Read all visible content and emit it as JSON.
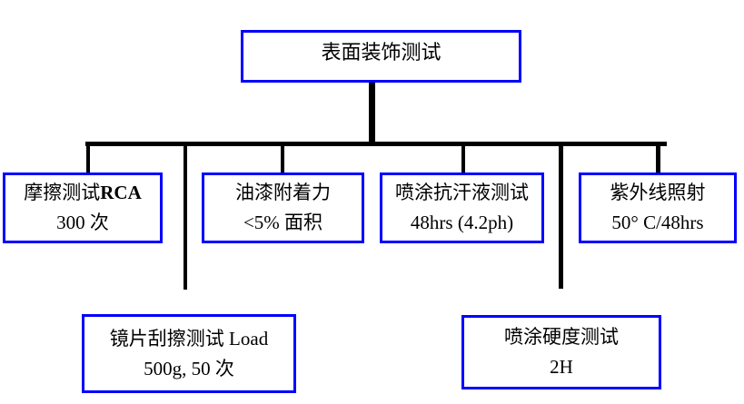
{
  "colors": {
    "box_border": "#0000ff",
    "line": "#000000",
    "text": "#000000",
    "background": "#ffffff"
  },
  "nodes": {
    "root": {
      "label": "表面装饰测试"
    },
    "friction": {
      "line1_cjk": "摩擦测试",
      "line1_bold": "RCA",
      "line2": "300 次"
    },
    "paint": {
      "line1": "油漆附着力",
      "line2": "<5% 面积"
    },
    "sweat": {
      "line1": "喷涂抗汗液测试",
      "line2": "48hrs (4.2ph)"
    },
    "uv": {
      "line1": "紫外线照射",
      "line2": "50° C/48hrs"
    },
    "scratch": {
      "line1": "镜片刮擦测试 Load",
      "line2": "500g, 50 次"
    },
    "hardness": {
      "line1": "喷涂硬度测试",
      "line2": "2H"
    }
  }
}
